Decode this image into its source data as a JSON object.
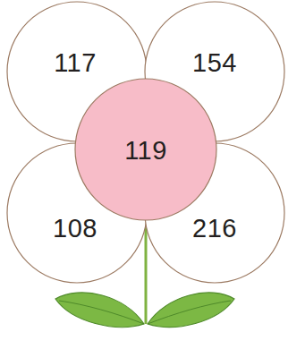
{
  "diagram": {
    "nodes": [
      {
        "text": [
          "117"
        ]
      },
      {
        "text": [
          "154"
        ]
      },
      {
        "text": [
          "119"
        ]
      },
      {
        "text": [
          "108"
        ]
      },
      {
        "text": [
          "216"
        ]
      }
    ]
  }
}
